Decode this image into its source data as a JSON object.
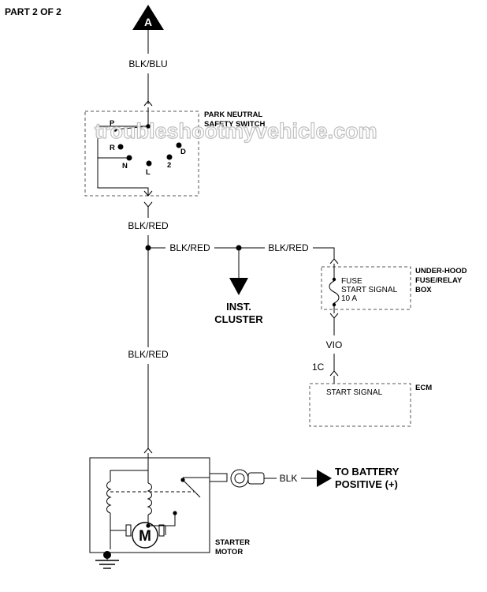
{
  "header": {
    "part": "PART 2 OF 2"
  },
  "connector_a": {
    "letter": "A"
  },
  "watermark": {
    "text": "troubleshootmyvehicle.com"
  },
  "pnp_switch": {
    "label_line1": "PARK NEUTRAL",
    "label_line2": "SAFETY SWITCH",
    "positions": {
      "p": "P",
      "r": "R",
      "n": "N",
      "l": "L",
      "two": "2",
      "d": "D"
    }
  },
  "wires": {
    "top": "BLK/BLU",
    "below_switch": "BLK/RED",
    "branch_left": "BLK/RED",
    "branch_right": "BLK/RED",
    "main_down": "BLK/RED",
    "fuse_to_ecm": "VIO",
    "battery": "BLK"
  },
  "inst_cluster": {
    "line1": "INST.",
    "line2": "CLUSTER"
  },
  "fuse_box": {
    "label_line1": "UNDER-HOOD",
    "label_line2": "FUSE/RELAY",
    "label_line3": "BOX",
    "fuse_line1": "FUSE",
    "fuse_line2": "START SIGNAL",
    "fuse_line3": "10 A"
  },
  "ecm": {
    "pin": "1C",
    "signal": "START SIGNAL",
    "label": "ECM"
  },
  "starter": {
    "motor_letter": "M",
    "label_line1": "STARTER",
    "label_line2": "MOTOR"
  },
  "battery": {
    "line1": "TO BATTERY",
    "line2": "POSITIVE (+)"
  }
}
